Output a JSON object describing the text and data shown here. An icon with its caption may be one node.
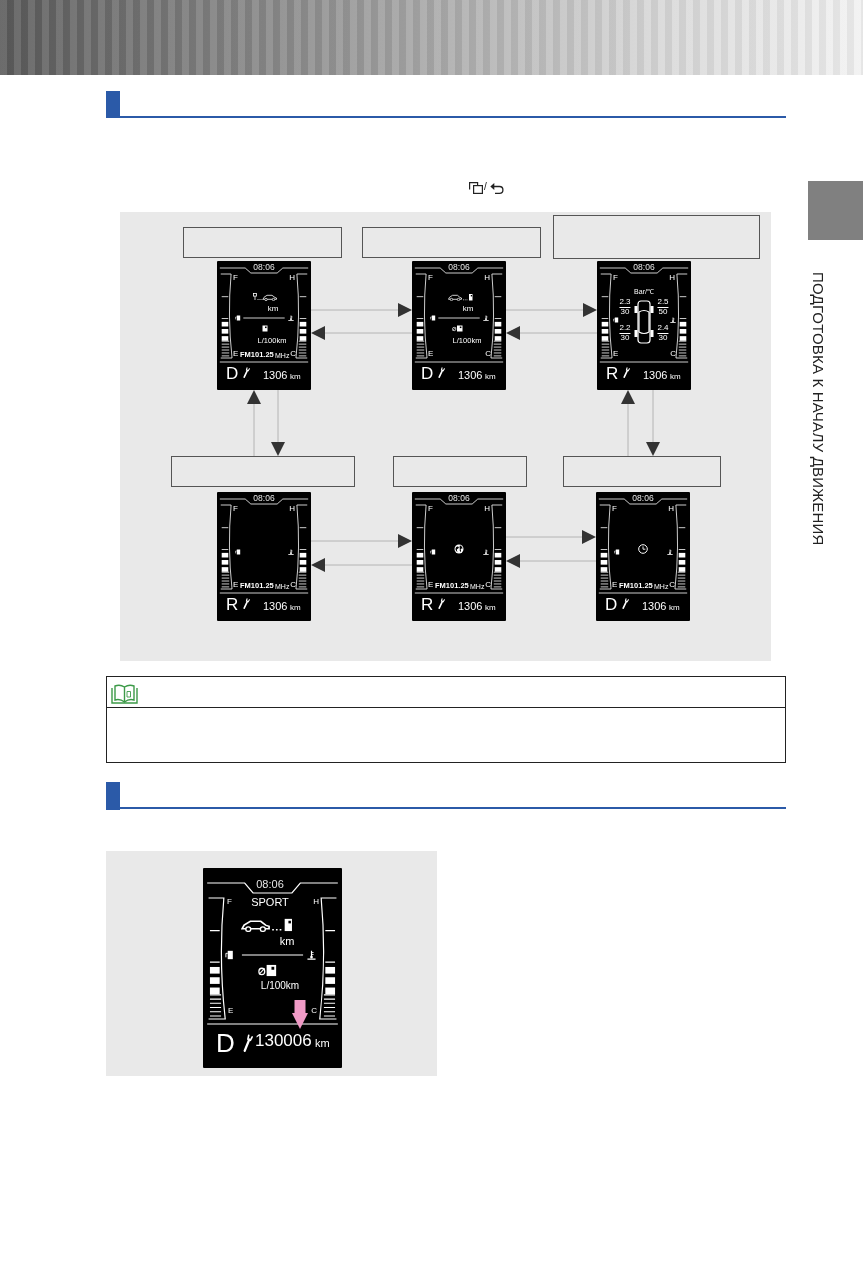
{
  "diagram": {
    "nodes": [
      {
        "text": [],
        "shape": "box"
      },
      {
        "text": [],
        "shape": "box"
      },
      {
        "text": [],
        "shape": "box"
      },
      {
        "text": [
          "08:06",
          "F",
          "H",
          "km",
          "L/100km",
          "E",
          "FM101.25",
          "MHz",
          "C",
          "D",
          "1306",
          "km"
        ]
      },
      {
        "text": [
          "08:06",
          "F",
          "H",
          "km",
          "L/100km",
          "E",
          "C",
          "D",
          "1306",
          "km"
        ]
      },
      {
        "text": [
          "08:06",
          "F",
          "H",
          "Bar/℃",
          "2.3",
          "2.5",
          "30",
          "50",
          "2.2",
          "2.4",
          "30",
          "30",
          "E",
          "C",
          "R",
          "1306",
          "km"
        ]
      },
      {
        "text": [],
        "shape": "box"
      },
      {
        "text": [],
        "shape": "box"
      },
      {
        "text": [],
        "shape": "box"
      },
      {
        "text": [
          "08:06",
          "F",
          "H",
          "E",
          "FM101.25",
          "MHz",
          "C",
          "R",
          "1306",
          "km"
        ]
      },
      {
        "text": [
          "08:06",
          "F",
          "H",
          "E",
          "FM101.25",
          "MHz",
          "C",
          "R",
          "1306",
          "km"
        ]
      },
      {
        "text": [
          "08:06",
          "F",
          "H",
          "E",
          "FM101.25",
          "MHz",
          "C",
          "D",
          "1306",
          "km"
        ]
      },
      {
        "text": [
          "08:06",
          "F",
          "SPORT",
          "H",
          "km",
          "L/100km",
          "E",
          "C",
          "D"
        ]
      },
      {
        "text": [
          "130006",
          "km"
        ],
        "in": 12
      }
    ],
    "edges": [
      {
        "from": 3,
        "to": 4,
        "arrow": "to"
      },
      {
        "from": 4,
        "to": 3,
        "arrow": "to"
      },
      {
        "from": 4,
        "to": 5,
        "arrow": "to"
      },
      {
        "from": 5,
        "to": 4,
        "arrow": "to"
      },
      {
        "from": 6,
        "to": 3,
        "arrow": "to"
      },
      {
        "from": 3,
        "to": 6,
        "arrow": "to"
      },
      {
        "from": 8,
        "to": 5,
        "arrow": "to"
      },
      {
        "from": 5,
        "to": 8,
        "arrow": "to"
      },
      {
        "from": 9,
        "to": 10,
        "arrow": "to"
      },
      {
        "from": 10,
        "to": 9,
        "arrow": "to"
      },
      {
        "from": 10,
        "to": 11,
        "arrow": "to"
      },
      {
        "from": 11,
        "to": 10,
        "arrow": "to"
      },
      {
        "from": null,
        "to": 13,
        "arrow": "to",
        "style": "thick",
        "color": "#f09ac6"
      }
    ],
    "labels": [
      "/",
      "ПОДГОТОВКА К НАЧАЛУ ДВИЖЕНИЯ"
    ]
  }
}
